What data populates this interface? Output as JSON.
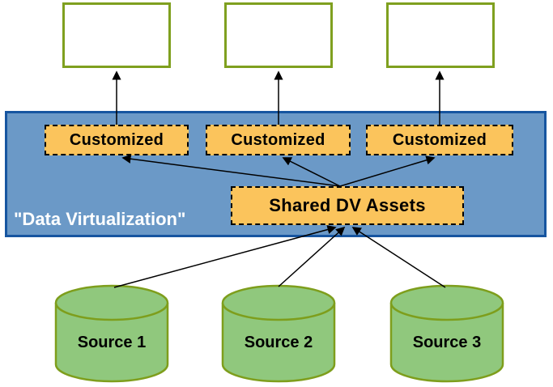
{
  "diagram": {
    "top_boxes": [
      {
        "label": ""
      },
      {
        "label": ""
      },
      {
        "label": ""
      }
    ],
    "dv_layer": {
      "label": "\"Data Virtualization\"",
      "customized_boxes": [
        {
          "label": "Customized"
        },
        {
          "label": "Customized"
        },
        {
          "label": "Customized"
        }
      ],
      "shared_box": {
        "label": "Shared DV Assets"
      }
    },
    "sources": [
      {
        "label": "Source 1"
      },
      {
        "label": "Source 2"
      },
      {
        "label": "Source 3"
      }
    ],
    "colors": {
      "dv_fill": "#6B99C7",
      "dv_border": "#1655A0",
      "asset_fill": "#FBC45C",
      "asset_border": "#000000",
      "consumer_box_border": "#7FA01F",
      "source_fill": "#90C87D",
      "source_border": "#7E9E1C",
      "arrow": "#000000",
      "dv_label_color": "#FFFFFF"
    }
  }
}
